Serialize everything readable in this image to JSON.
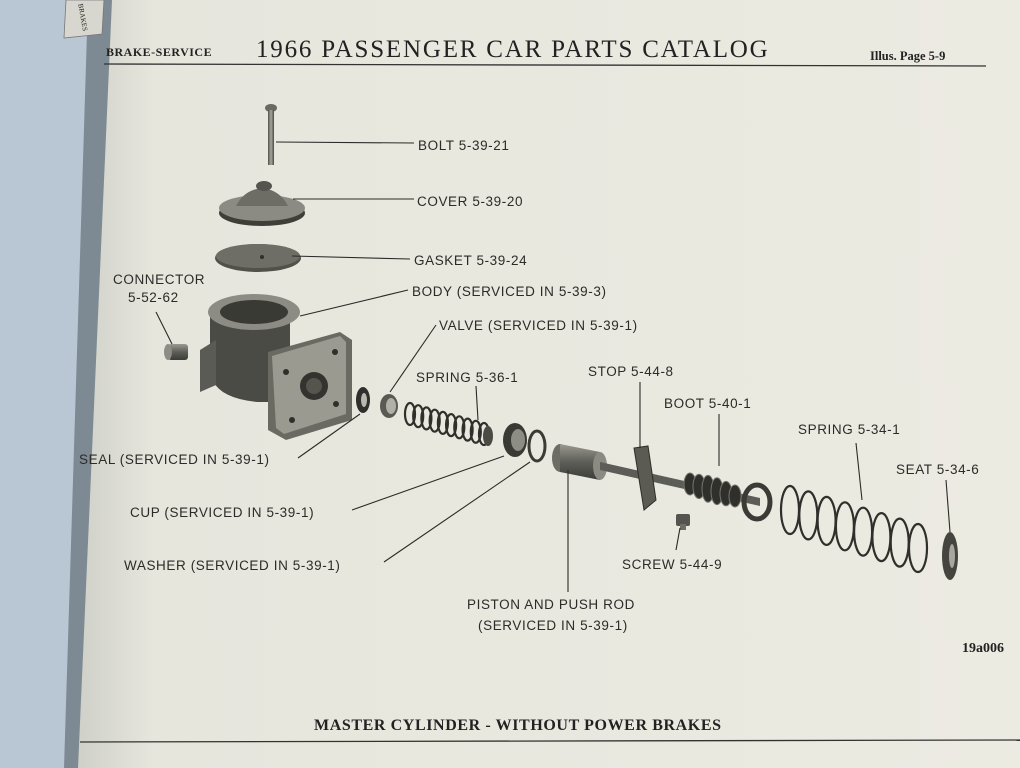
{
  "header": {
    "section": "BRAKE-SERVICE",
    "title": "1966 PASSENGER CAR PARTS CATALOG",
    "page_ref": "Illus. Page 5-9",
    "tab_fragment": "BRAKES"
  },
  "parts": {
    "bolt": "BOLT 5-39-21",
    "cover": "COVER 5-39-20",
    "gasket": "GASKET 5-39-24",
    "connector_line1": "CONNECTOR",
    "connector_line2": "5-52-62",
    "body": "BODY (SERVICED IN 5-39-3)",
    "valve": "VALVE (SERVICED IN 5-39-1)",
    "spring_inner": "SPRING 5-36-1",
    "stop": "STOP 5-44-8",
    "boot": "BOOT 5-40-1",
    "spring_outer": "SPRING 5-34-1",
    "seat": "SEAT 5-34-6",
    "seal": "SEAL (SERVICED IN 5-39-1)",
    "cup": "CUP (SERVICED IN 5-39-1)",
    "washer": "WASHER (SERVICED IN 5-39-1)",
    "screw": "SCREW 5-44-9",
    "piston_line1": "PISTON AND PUSH ROD",
    "piston_line2": "(SERVICED IN 5-39-1)"
  },
  "figure_code": "19a006",
  "caption": "MASTER CYLINDER - WITHOUT POWER BRAKES",
  "colors": {
    "page": "#e9e8df",
    "ink": "#2b2b28",
    "part_dark": "#4a4a46",
    "part_mid": "#8a8a82",
    "part_light": "#c4c3ba"
  }
}
